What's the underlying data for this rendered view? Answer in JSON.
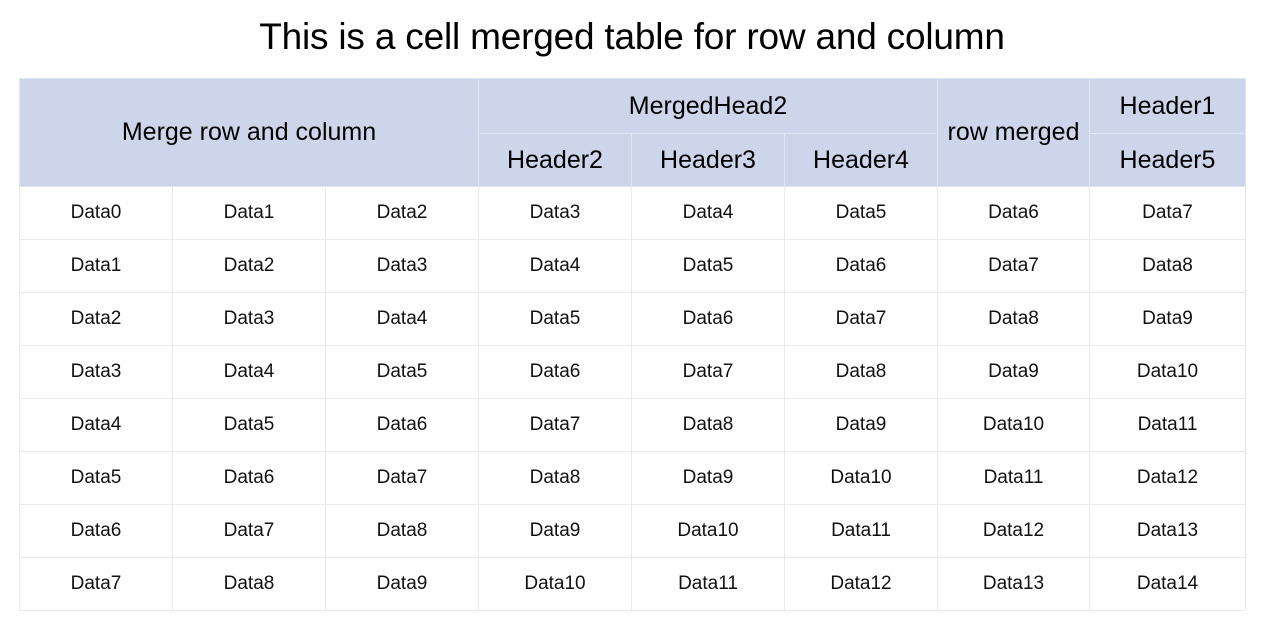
{
  "page": {
    "title": "This is a cell merged table for row and column",
    "background_color": "#ffffff",
    "header_background_color": "#ccd5e9",
    "border_color": "#e7e7e7",
    "text_color": "#000000"
  },
  "table": {
    "column_count": 8,
    "header_rows": [
      {
        "cells": [
          {
            "label": "Merge row and column",
            "colspan": 3,
            "rowspan": 2
          },
          {
            "label": "MergedHead2",
            "colspan": 3,
            "rowspan": 1
          },
          {
            "label": "row merged",
            "colspan": 1,
            "rowspan": 2
          },
          {
            "label": "Header1",
            "colspan": 1,
            "rowspan": 1
          }
        ]
      },
      {
        "cells": [
          {
            "label": "Header2",
            "colspan": 1,
            "rowspan": 1
          },
          {
            "label": "Header3",
            "colspan": 1,
            "rowspan": 1
          },
          {
            "label": "Header4",
            "colspan": 1,
            "rowspan": 1
          },
          {
            "label": "Header5",
            "colspan": 1,
            "rowspan": 1
          }
        ]
      }
    ],
    "rows": [
      [
        "Data0",
        "Data1",
        "Data2",
        "Data3",
        "Data4",
        "Data5",
        "Data6",
        "Data7"
      ],
      [
        "Data1",
        "Data2",
        "Data3",
        "Data4",
        "Data5",
        "Data6",
        "Data7",
        "Data8"
      ],
      [
        "Data2",
        "Data3",
        "Data4",
        "Data5",
        "Data6",
        "Data7",
        "Data8",
        "Data9"
      ],
      [
        "Data3",
        "Data4",
        "Data5",
        "Data6",
        "Data7",
        "Data8",
        "Data9",
        "Data10"
      ],
      [
        "Data4",
        "Data5",
        "Data6",
        "Data7",
        "Data8",
        "Data9",
        "Data10",
        "Data11"
      ],
      [
        "Data5",
        "Data6",
        "Data7",
        "Data8",
        "Data9",
        "Data10",
        "Data11",
        "Data12"
      ],
      [
        "Data6",
        "Data7",
        "Data8",
        "Data9",
        "Data10",
        "Data11",
        "Data12",
        "Data13"
      ],
      [
        "Data7",
        "Data8",
        "Data9",
        "Data10",
        "Data11",
        "Data12",
        "Data13",
        "Data14"
      ]
    ]
  }
}
